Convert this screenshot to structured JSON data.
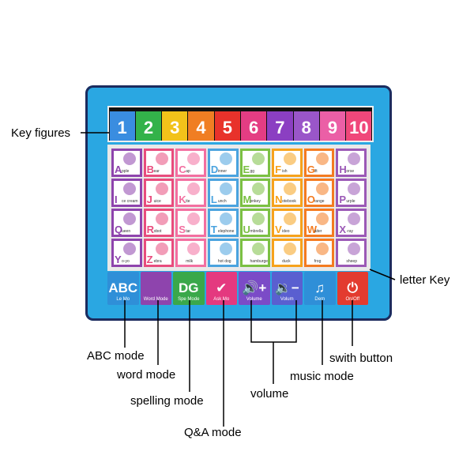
{
  "labels": {
    "key_figures": "Key figures",
    "letter_key": "letter Key",
    "abc_mode": "ABC mode",
    "word_mode": "word mode",
    "spelling_mode": "spelling mode",
    "qa_mode": "Q&A mode",
    "volume": "volume",
    "music_mode": "music mode",
    "switch_button": "swith button"
  },
  "number_keys": [
    {
      "label": "1",
      "color": "#3a8de0"
    },
    {
      "label": "2",
      "color": "#33b24a"
    },
    {
      "label": "3",
      "color": "#f2c21a"
    },
    {
      "label": "4",
      "color": "#f07e23"
    },
    {
      "label": "5",
      "color": "#e8322b"
    },
    {
      "label": "6",
      "color": "#e43d83"
    },
    {
      "label": "7",
      "color": "#8b3fc2"
    },
    {
      "label": "8",
      "color": "#9a56c9"
    },
    {
      "label": "9",
      "color": "#eb5fa6"
    },
    {
      "label": "10",
      "color": "#f0477a"
    }
  ],
  "letter_keys": [
    {
      "letter": "A",
      "word": "pple",
      "color": "#8e44ad"
    },
    {
      "letter": "B",
      "word": "ear",
      "color": "#e84c7d"
    },
    {
      "letter": "C",
      "word": "ap",
      "color": "#f36fa0"
    },
    {
      "letter": "D",
      "word": "inner",
      "color": "#4aa3df"
    },
    {
      "letter": "E",
      "word": "gg",
      "color": "#7bc043"
    },
    {
      "letter": "F",
      "word": "ish",
      "color": "#f6a21c"
    },
    {
      "letter": "G",
      "word": "ift",
      "color": "#f47b20"
    },
    {
      "letter": "H",
      "word": "orse",
      "color": "#9b59b6"
    },
    {
      "letter": "I",
      "word": "ce cream",
      "color": "#8e44ad"
    },
    {
      "letter": "J",
      "word": "uice",
      "color": "#e84c7d"
    },
    {
      "letter": "K",
      "word": "ite",
      "color": "#f36fa0"
    },
    {
      "letter": "L",
      "word": "unch",
      "color": "#4aa3df"
    },
    {
      "letter": "M",
      "word": "onkey",
      "color": "#7bc043"
    },
    {
      "letter": "N",
      "word": "otebook",
      "color": "#f6a21c"
    },
    {
      "letter": "O",
      "word": "range",
      "color": "#f47b20"
    },
    {
      "letter": "P",
      "word": "urple",
      "color": "#9b59b6"
    },
    {
      "letter": "Q",
      "word": "ueen",
      "color": "#8e44ad"
    },
    {
      "letter": "R",
      "word": "obot",
      "color": "#e84c7d"
    },
    {
      "letter": "S",
      "word": "tar",
      "color": "#f36fa0"
    },
    {
      "letter": "T",
      "word": "elephone",
      "color": "#4aa3df"
    },
    {
      "letter": "U",
      "word": "mbrella",
      "color": "#7bc043"
    },
    {
      "letter": "V",
      "word": "ideo",
      "color": "#f6a21c"
    },
    {
      "letter": "W",
      "word": "aiter",
      "color": "#f47b20"
    },
    {
      "letter": "X",
      "word": "-ray",
      "color": "#9b59b6"
    },
    {
      "letter": "Y",
      "word": "o-yo",
      "color": "#8e44ad"
    },
    {
      "letter": "Z",
      "word": "ebra",
      "color": "#e84c7d"
    },
    {
      "letter": "",
      "word": "milk",
      "color": "#f36fa0"
    },
    {
      "letter": "",
      "word": "hot dog",
      "color": "#4aa3df"
    },
    {
      "letter": "",
      "word": "hamburger",
      "color": "#7bc043"
    },
    {
      "letter": "",
      "word": "duck",
      "color": "#f6a21c"
    },
    {
      "letter": "",
      "word": "frog",
      "color": "#f47b20"
    },
    {
      "letter": "",
      "word": "sheep",
      "color": "#9b59b6"
    }
  ],
  "mode_buttons": [
    {
      "icon": "ABC",
      "label": "Le Mo",
      "color": "#2f8fd8",
      "icon_name": "abc-icon"
    },
    {
      "icon": "",
      "label": "Word Mode",
      "color": "#8e44ad",
      "icon_name": "word-icon"
    },
    {
      "icon": "DG",
      "label": "Spe Mode",
      "color": "#3aa84a",
      "icon_name": "spelling-icon"
    },
    {
      "icon": "✔",
      "label": "Ask Mo",
      "color": "#e4397f",
      "icon_name": "check-icon"
    },
    {
      "icon": "🔊+",
      "label": "Volume",
      "color": "#7b4bc7",
      "icon_name": "volume-up-icon"
    },
    {
      "icon": "🔉−",
      "label": "Volum",
      "color": "#5a5fd0",
      "icon_name": "volume-down-icon"
    },
    {
      "icon": "♫",
      "label": "Dem",
      "color": "#2f8fd8",
      "icon_name": "music-note-icon"
    },
    {
      "icon": "⏻",
      "label": "On/Off",
      "color": "#e33b2f",
      "icon_name": "power-icon"
    }
  ]
}
